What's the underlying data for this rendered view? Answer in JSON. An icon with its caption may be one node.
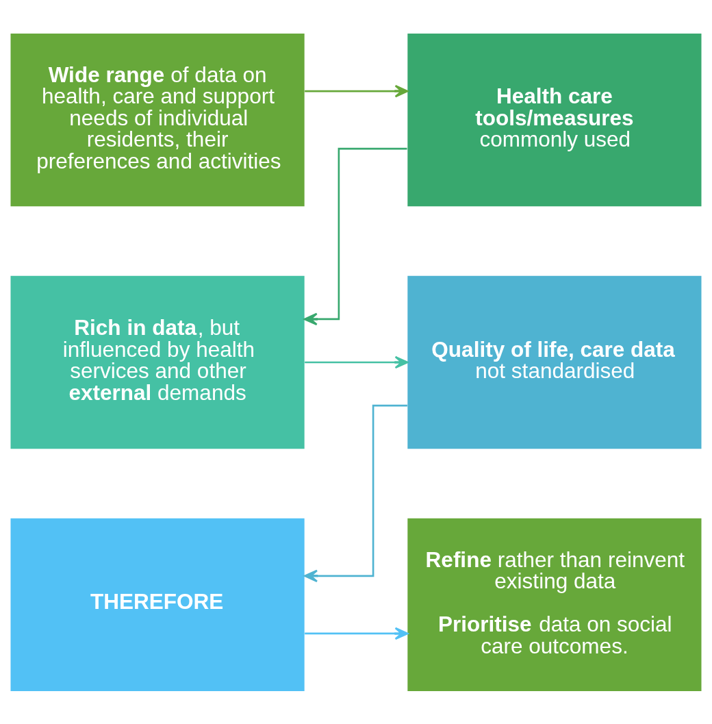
{
  "diagram": {
    "nodes": [
      {
        "text": [
          "**Wide range** of data on health, care and support needs of individual residents, their preferences and activities"
        ]
      },
      {
        "text": [
          "**Health care tools/measures** commonly used"
        ]
      },
      {
        "text": [
          "**Rich in data**, but influenced by health services and other **external** demands"
        ]
      },
      {
        "text": [
          "**Quality of life, care data** not standardised"
        ]
      },
      {
        "text": [
          "THEREFORE"
        ]
      },
      {
        "text": [
          "**Refine** rather than reinvent existing data",
          "**Prioritise** data on social care outcomes."
        ]
      }
    ],
    "edges": [
      {
        "from": 0,
        "to": 1,
        "arrow": "to",
        "color": "#67a83a"
      },
      {
        "from": 1,
        "to": 2,
        "arrow": "to",
        "color": "#38a86e"
      },
      {
        "from": 2,
        "to": 3,
        "arrow": "to",
        "color": "#45c1a4"
      },
      {
        "from": 3,
        "to": 4,
        "arrow": "to",
        "color": "#4fb3d1"
      },
      {
        "from": 4,
        "to": 5,
        "arrow": "to",
        "color": "#52c1f5"
      }
    ]
  }
}
